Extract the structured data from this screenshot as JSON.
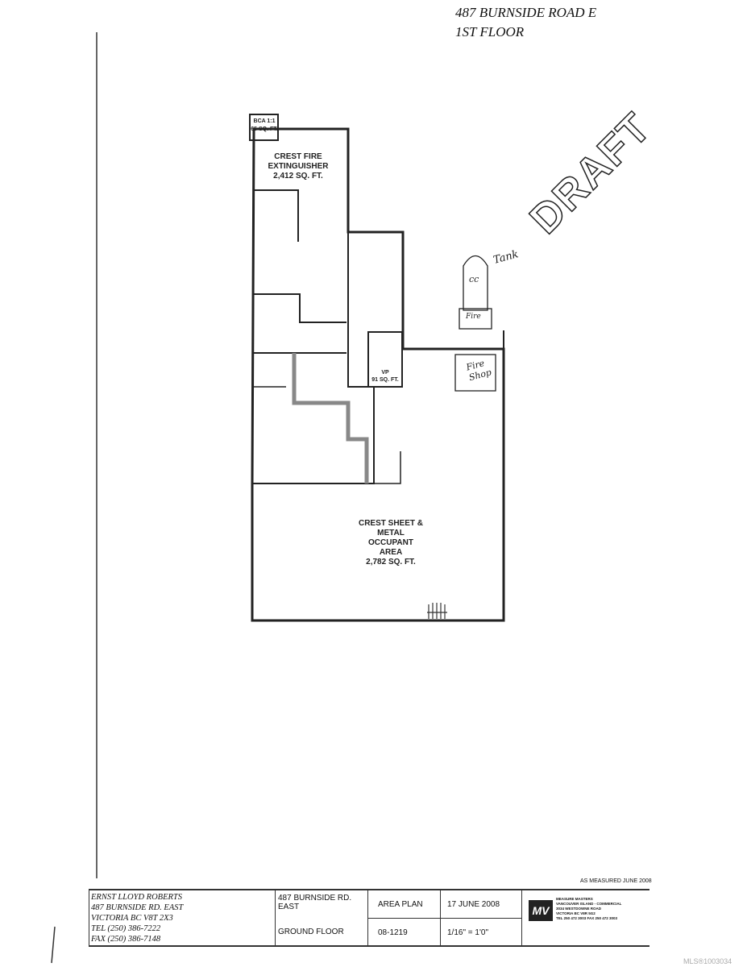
{
  "header": {
    "address": "487 BURNSIDE ROAD E",
    "floor": "1ST FLOOR"
  },
  "watermark": "DRAFT",
  "rooms": {
    "bca": {
      "name": "BCA 1:1",
      "area": "65 SQ. FT."
    },
    "crest_fire": {
      "name_line1": "CREST FIRE",
      "name_line2": "EXTINGUISHER",
      "area": "2,412 SQ. FT."
    },
    "vp": {
      "name": "VP",
      "area": "91 SQ. FT."
    },
    "crest_sheet": {
      "name_line1": "CREST SHEET &",
      "name_line2": "METAL",
      "name_line3": "OCCUPANT",
      "name_line4": "AREA",
      "area": "2,782 SQ. FT."
    }
  },
  "handwritten": {
    "tank": "Tank",
    "cc": "cc",
    "fire_small": "Fire",
    "fire_shop_1": "Fire",
    "fire_shop_2": "Shop"
  },
  "measured_note": "AS MEASURED JUNE 2008",
  "title_block": {
    "owner": [
      "ERNST LLOYD ROBERTS",
      "487 BURNSIDE RD. EAST",
      "VICTORIA BC  V8T 2X3",
      "TEL (250) 386-7222",
      "FAX (250) 386-7148"
    ],
    "address": "487 BURNSIDE RD. EAST",
    "floor": "GROUND FLOOR",
    "plan_type": "AREA PLAN",
    "date": "17 JUNE 2008",
    "job_number": "08-1219",
    "scale": "1/16\" = 1'0\"",
    "company": [
      "MEASURE MASTERS",
      "VANCOUVER ISLAND - COMMERCIAL",
      "3034 WESTDOWNE ROAD",
      "VICTORIA BC  V8R 5G2",
      "TEL 250 472 3003 FAX 250 472 3003"
    ]
  },
  "mls": "MLS®1003034"
}
